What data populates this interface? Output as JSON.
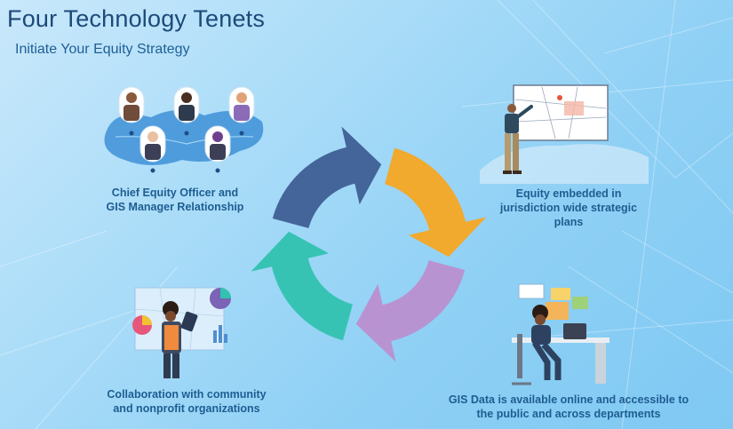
{
  "header": {
    "title": "Four Technology Tenets",
    "subtitle": "Initiate Your Equity Strategy"
  },
  "tenets": [
    {
      "label_line1": "Chief Equity Officer and",
      "label_line2": "GIS Manager Relationship",
      "icon": "people-network-icon"
    },
    {
      "label_line1": "Equity embedded in",
      "label_line2": "jurisdiction wide strategic",
      "label_line3": "plans",
      "icon": "map-presenter-icon"
    },
    {
      "label_line1": "Collaboration with community",
      "label_line2": "and nonprofit organizations",
      "icon": "tablet-analyst-icon"
    },
    {
      "label_line1": "GIS Data is available online and accessible to",
      "label_line2": "the public and across departments",
      "icon": "desk-laptop-icon"
    }
  ],
  "cycle": {
    "colors": [
      "#3f5f93",
      "#f6a623",
      "#bb8fcf",
      "#31c2b0"
    ]
  }
}
